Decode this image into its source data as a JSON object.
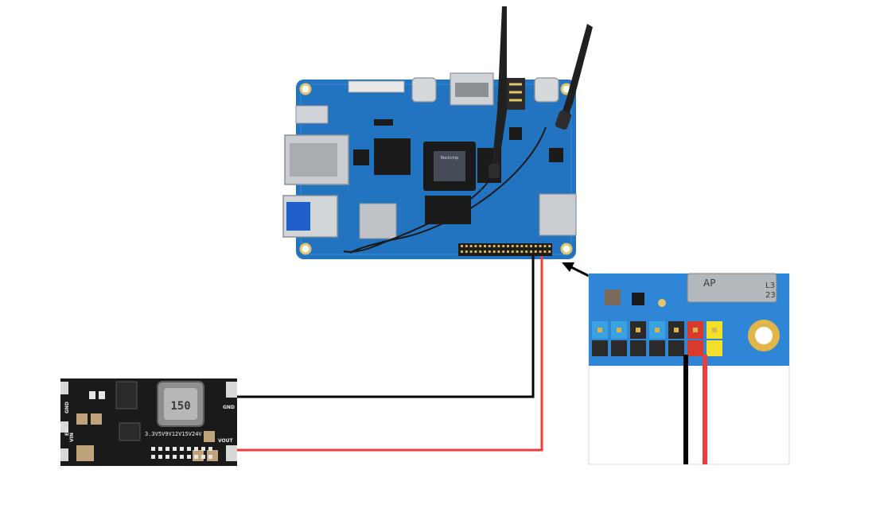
{
  "converter": {
    "inductor_label": "150",
    "gnd_left": "GND",
    "vin_left_top": "EN",
    "vin_left": "VIN",
    "gnd_right": "GND",
    "vout_right": "VOUT",
    "voltage_options": "3.3V5V9V12V15V24V"
  },
  "zoom_inset": {
    "chip_text_line1": "AP",
    "chip_text_line2": "L3",
    "chip_text_line3": "23"
  },
  "sbc": {
    "soc_text": "Rockchip"
  },
  "colors": {
    "board_blue": "#1f6fb8",
    "wire_black": "#000000",
    "wire_red": "#ef3b3b",
    "header_pin_blue": "#3aa0e0",
    "header_pin_black": "#2b2b2b",
    "header_pin_red": "#d93a2b",
    "header_pin_yellow": "#f2e02a",
    "converter_black": "#1a1a1a"
  }
}
